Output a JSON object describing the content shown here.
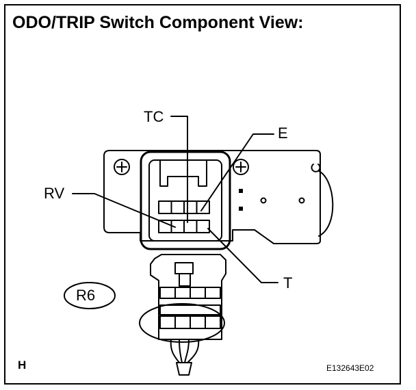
{
  "title": "ODO/TRIP Switch Component View:",
  "terminals": {
    "tc": "TC",
    "e": "E",
    "rv": "RV",
    "t": "T"
  },
  "connector_code": "R6",
  "corner_letter": "H",
  "figure_id": "E132643E02"
}
